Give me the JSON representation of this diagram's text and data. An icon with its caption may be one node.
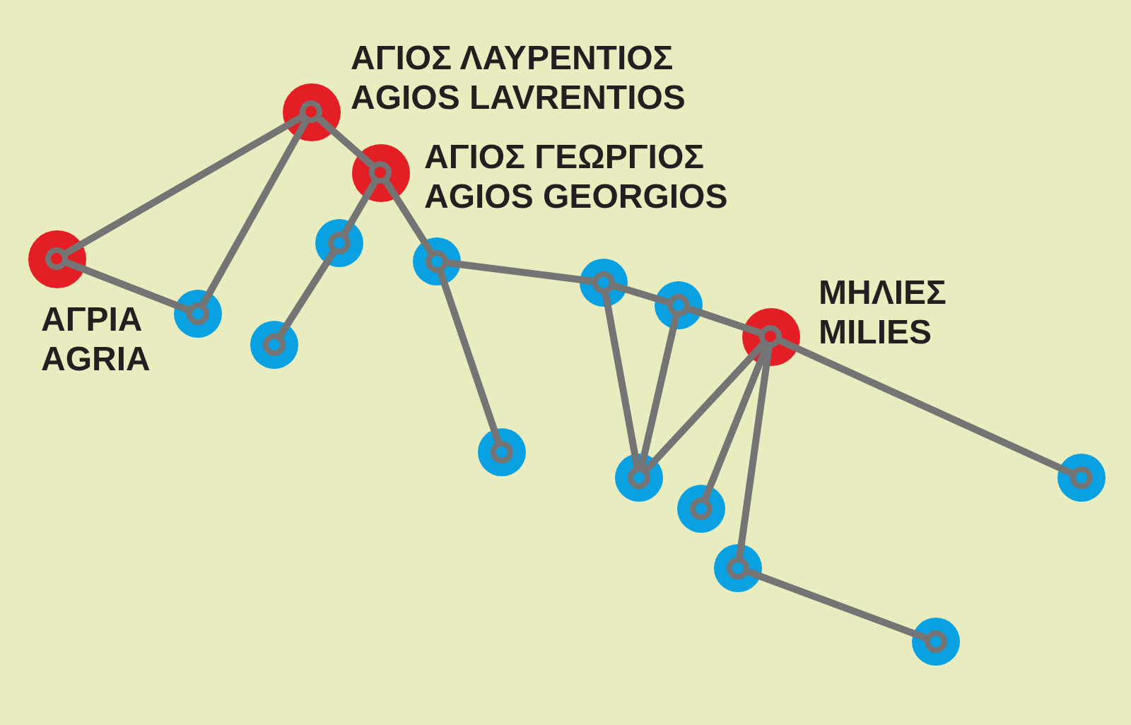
{
  "diagram": {
    "nodes": [
      {
        "text": [],
        "shape": "circle",
        "beside": [
          "ΑΓΙΟΣ ΛΑΥΡΕΝΤΙΟΣ",
          "AGIOS LAVRENTIOS"
        ]
      },
      {
        "text": [],
        "shape": "circle",
        "beside": [
          "ΑΓΙΟΣ ΓΕΩΡΓΙΟΣ",
          "AGIOS GEORGIOS"
        ]
      },
      {
        "text": [],
        "shape": "circle"
      },
      {
        "text": [],
        "shape": "circle",
        "beside": [
          "ΑΓΡΙΑ",
          "AGRIA"
        ]
      },
      {
        "text": [],
        "shape": "circle"
      },
      {
        "text": [],
        "shape": "circle"
      },
      {
        "text": [],
        "shape": "circle"
      },
      {
        "text": [],
        "shape": "circle"
      },
      {
        "text": [],
        "shape": "circle",
        "beside": [
          "ΜΗΛΙΕΣ",
          "MILIES"
        ]
      },
      {
        "text": [],
        "shape": "circle"
      },
      {
        "text": [],
        "shape": "circle"
      },
      {
        "text": [],
        "shape": "circle"
      },
      {
        "text": [],
        "shape": "circle"
      },
      {
        "text": [],
        "shape": "circle"
      },
      {
        "text": [],
        "shape": "circle"
      },
      {
        "text": [],
        "shape": "circle"
      }
    ],
    "edges": [
      {
        "from": 3,
        "to": 0,
        "arrow": "none"
      },
      {
        "from": 3,
        "to": 7,
        "arrow": "none"
      },
      {
        "from": 7,
        "to": 0,
        "arrow": "none"
      },
      {
        "from": 0,
        "to": 1,
        "arrow": "none"
      },
      {
        "from": 1,
        "to": 2,
        "arrow": "none"
      },
      {
        "from": 2,
        "to": 9,
        "arrow": "none"
      },
      {
        "from": 1,
        "to": 4,
        "arrow": "none"
      },
      {
        "from": 4,
        "to": 10,
        "arrow": "none"
      },
      {
        "from": 4,
        "to": 5,
        "arrow": "none"
      },
      {
        "from": 5,
        "to": 6,
        "arrow": "none"
      },
      {
        "from": 6,
        "to": 8,
        "arrow": "none"
      },
      {
        "from": 5,
        "to": 11,
        "arrow": "none"
      },
      {
        "from": 6,
        "to": 11,
        "arrow": "none"
      },
      {
        "from": 11,
        "to": 8,
        "arrow": "none"
      },
      {
        "from": 8,
        "to": 13,
        "arrow": "none"
      },
      {
        "from": 8,
        "to": 14,
        "arrow": "none"
      },
      {
        "from": 8,
        "to": 12,
        "arrow": "none"
      },
      {
        "from": 14,
        "to": 15,
        "arrow": "none"
      }
    ]
  }
}
